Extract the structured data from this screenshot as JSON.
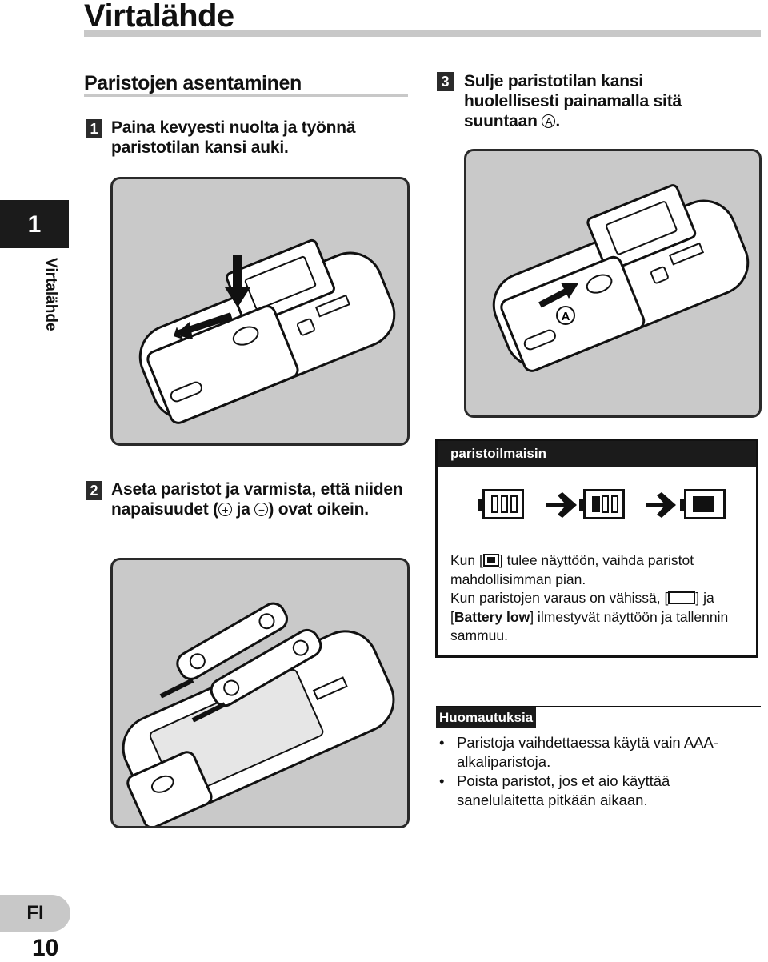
{
  "page": {
    "title": "Virtalähde",
    "side_tab_number": "1",
    "side_tab_label": "Virtalähde",
    "language": "FI",
    "page_number": "10"
  },
  "section": {
    "title": "Paristojen asentaminen"
  },
  "steps": [
    {
      "number": "1",
      "text": "Paina kevyesti nuolta ja työnnä paristotilan kansi auki."
    },
    {
      "number": "2",
      "text_a": "Aseta paristot ja varmista, että niiden napaisuudet (",
      "plus": "+",
      "text_b": " ja ",
      "minus": "−",
      "text_c": ") ovat oikein."
    },
    {
      "number": "3",
      "text": "Sulje paristotilan kansi huolellisesti painamalla sitä suuntaan ",
      "marker": "A",
      "text_end": "."
    }
  ],
  "illustration_labels": {
    "direction_marker": "A"
  },
  "battery_indicator": {
    "header": "paristoilmaisin",
    "levels": [
      3,
      2,
      1
    ],
    "desc_1a": "Kun [",
    "desc_1b": "] tulee näyttöön, vaihda paristot mahdollisimman pian.",
    "desc_2a": "Kun paristojen varaus on vähissä, [",
    "desc_2b": "] ja [",
    "desc_2_bold": "Battery low",
    "desc_2c": "] ilmestyvät näyttöön ja tallennin sammuu."
  },
  "notes": {
    "header": "Huomautuksia",
    "items": [
      "Paristoja vaihdettaessa käytä vain AAA-alkaliparistoja.",
      "Poista paristot, jos et aio käyttää sanelulaitetta pitkään aikaan."
    ]
  },
  "colors": {
    "panel_bg": "#c9c9c9",
    "dark": "#1b1b1b",
    "rule": "#c8c8c8"
  }
}
